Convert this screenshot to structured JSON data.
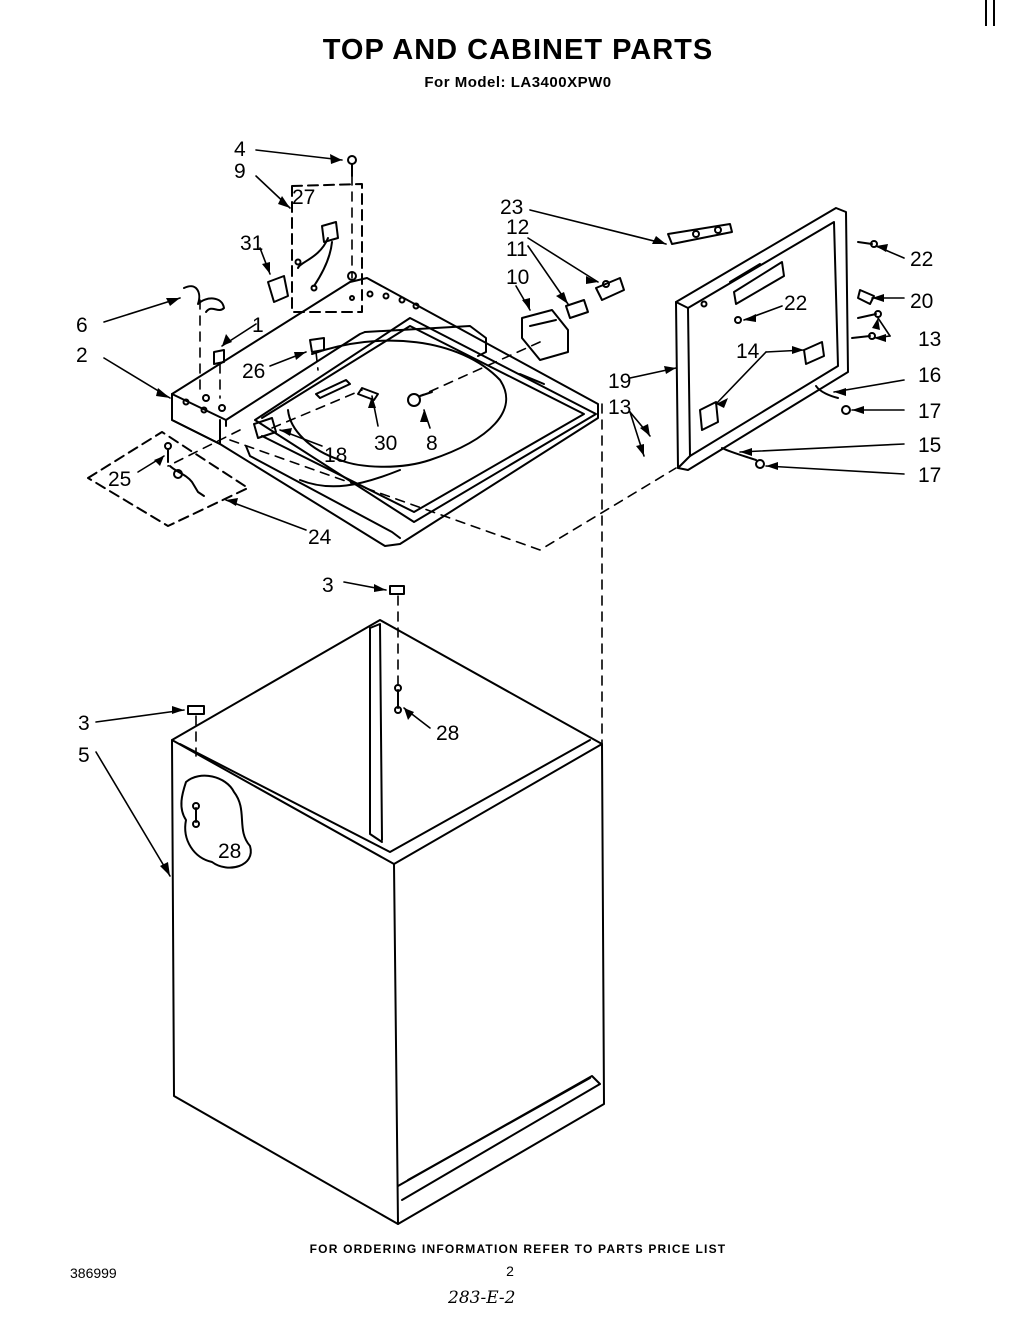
{
  "header": {
    "title": "TOP AND CABINET PARTS",
    "subtitle": "For Model: LA3400XPW0"
  },
  "callouts": {
    "c1": "1",
    "c2": "2",
    "c3a": "3",
    "c3b": "3",
    "c4": "4",
    "c5": "5",
    "c6": "6",
    "c8": "8",
    "c9": "9",
    "c10": "10",
    "c11": "11",
    "c12": "12",
    "c13a": "13",
    "c13b": "13",
    "c14": "14",
    "c15": "15",
    "c16": "16",
    "c17a": "17",
    "c17b": "17",
    "c18": "18",
    "c19": "19",
    "c20": "20",
    "c22a": "22",
    "c22b": "22",
    "c23": "23",
    "c24": "24",
    "c25": "25",
    "c26": "26",
    "c27": "27",
    "c28a": "28",
    "c28b": "28",
    "c30": "30",
    "c31": "31"
  },
  "footer": {
    "ordering_note": "FOR ORDERING INFORMATION REFER TO PARTS PRICE LIST",
    "doc_number": "386999",
    "page_number": "2",
    "handwritten_code": "283-E-2"
  }
}
